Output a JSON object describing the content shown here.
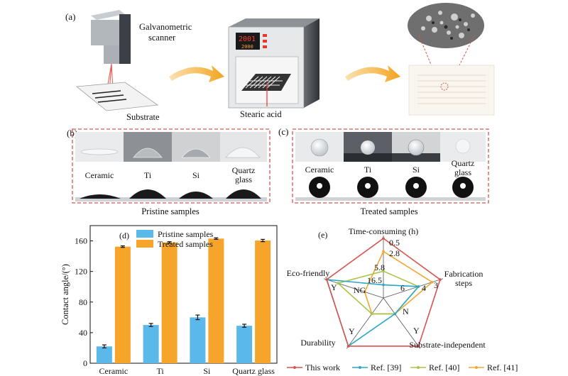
{
  "panel_a": {
    "label": "(a)",
    "scanner_label": "Galvanometric\nscanner",
    "substrate_label": "Substrate",
    "acid_label": "Stearic acid",
    "display_top": "2001",
    "display_bottom": "2000"
  },
  "panel_b": {
    "label": "(b)",
    "samples": [
      "Ceramic",
      "Ti",
      "Si",
      "Quartz\nglass"
    ],
    "caption": "Pristine samples"
  },
  "panel_c": {
    "label": "(c)",
    "samples": [
      "Ceramic",
      "Ti",
      "Si",
      "Quartz\nglass"
    ],
    "caption": "Treated samples"
  },
  "colors": {
    "pristine": "#5bb9ea",
    "treated": "#f7a52a",
    "this_work": "#d9534f",
    "ref39": "#2aa8c9",
    "ref40": "#a8c44a",
    "ref41": "#f0a830",
    "frame_dash": "#d9534f"
  },
  "chart_data": [
    {
      "type": "bar",
      "panel_label": "(d)",
      "categories": [
        "Ceramic",
        "Ti",
        "Si",
        "Quartz glass"
      ],
      "series": [
        {
          "name": "Pristine samples",
          "values": [
            22,
            50,
            60,
            49
          ],
          "errors": [
            2,
            2,
            3,
            2
          ]
        },
        {
          "name": "Treated samples",
          "values": [
            152.5,
            158,
            163,
            160.5
          ],
          "errors": [
            1,
            1,
            1,
            1.5
          ]
        }
      ],
      "ylabel": "Contact angle/(°)",
      "ylim": [
        0,
        180
      ],
      "yticks": [
        "0",
        "40",
        "80",
        "120",
        "160"
      ],
      "legend": "top-left"
    },
    {
      "type": "radar",
      "panel_label": "(e)",
      "axes": [
        "Time-consuming (h)",
        "Fabrication\nsteps",
        "Substrate-independent",
        "Durability",
        "Eco-friendly"
      ],
      "value_labels": [
        {
          "text": "0.5"
        },
        {
          "text": "2.8"
        },
        {
          "text": "5.8"
        },
        {
          "text": "16.5"
        },
        {
          "text": "3"
        },
        {
          "text": "4"
        },
        {
          "text": "6"
        },
        {
          "text": "Y"
        },
        {
          "text": "N"
        },
        {
          "text": "Y"
        },
        {
          "text": "Y"
        },
        {
          "text": "NG"
        }
      ],
      "series": [
        {
          "name": "This work",
          "values": [
            1.0,
            1.0,
            1.0,
            1.0,
            1.0
          ]
        },
        {
          "name": "Ref. [39]",
          "values": [
            0.22,
            0.62,
            0.33,
            1.0,
            1.0
          ]
        },
        {
          "name": "Ref. [40]",
          "values": [
            0.45,
            0.62,
            0.33,
            0.33,
            0.8
          ]
        },
        {
          "name": "Ref. [41]",
          "values": [
            0.78,
            0.86,
            0.33,
            0.33,
            0.33
          ]
        }
      ],
      "legend": "bottom"
    }
  ]
}
